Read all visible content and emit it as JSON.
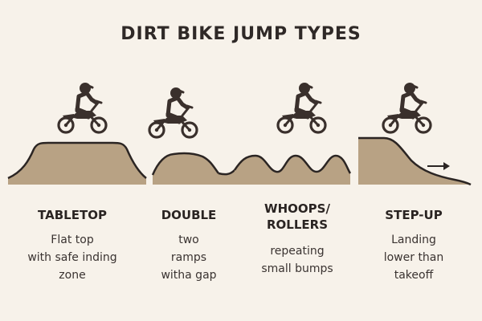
{
  "title": "DIRT BIKE JUMP TYPES",
  "colors": {
    "background": "#f7f2ea",
    "dirt": "#b8a284",
    "outline": "#2b2523",
    "rider": "#3a302c"
  },
  "icons": [
    "dirt-bike-rider-icon",
    "arrow-right-icon"
  ],
  "jumps": [
    {
      "heading": "TABLETOP",
      "description": "Flat top\nwith safe inding\nzone"
    },
    {
      "heading": "DOUBLE",
      "description": "two\nramps\nwitha gap"
    },
    {
      "heading": "WHOOPS/\nROLLERS",
      "description": "repeating\nsmall bumps"
    },
    {
      "heading": "STEP-UP",
      "description": "Landing\nlower than\ntakeoff"
    }
  ]
}
